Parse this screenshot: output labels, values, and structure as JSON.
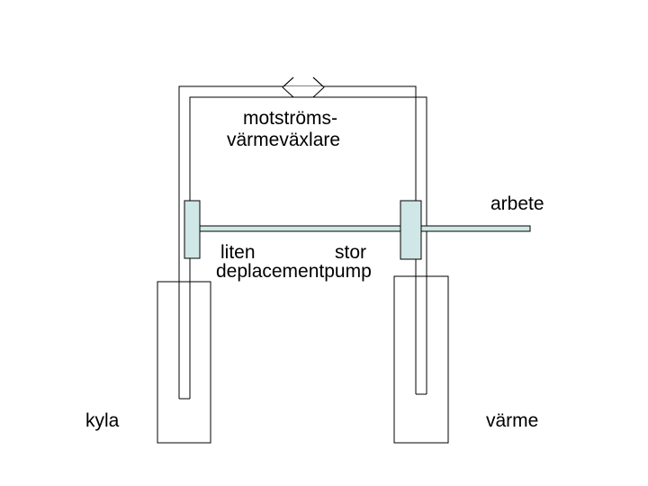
{
  "diagram": {
    "labels": {
      "countercurrent_line1": "motströms-",
      "countercurrent_line2": "värmeväxlare",
      "work": "arbete",
      "small": "liten",
      "large": "stor",
      "displacement_pump": "deplacementpump",
      "cold": "kyla",
      "heat": "värme"
    },
    "colors": {
      "stroke": "#000000",
      "piston_fill": "#cfe7e6",
      "piston_stroke": "#000000",
      "text": "#000000",
      "background": "#ffffff"
    }
  }
}
